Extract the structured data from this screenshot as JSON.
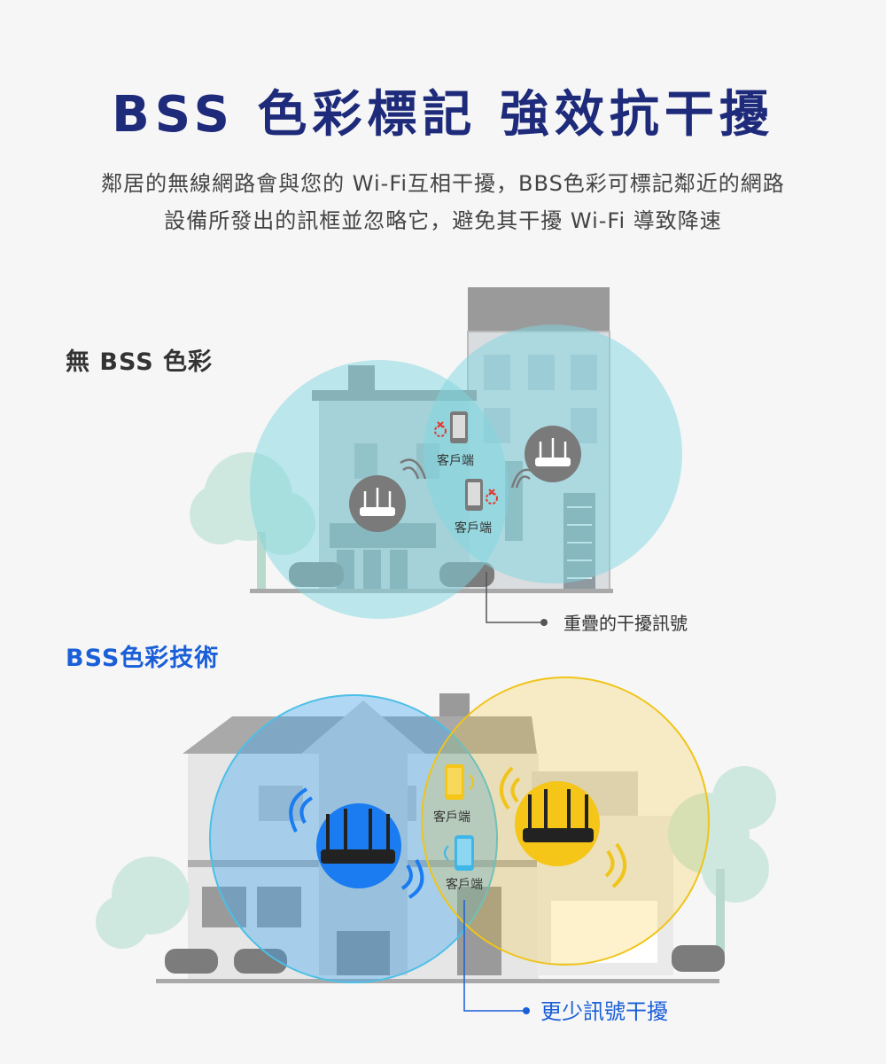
{
  "title": "BSS 色彩標記 強效抗干擾",
  "subtitle": {
    "line1": "鄰居的無線網路會與您的 Wi-Fi互相干擾，BBS色彩可標記鄰近的網路",
    "line2": "設備所發出的訊框並忽略它，避免其干擾 Wi-Fi 導致降速"
  },
  "section_without": {
    "label": "無 BSS 色彩",
    "client_top": "客戶端",
    "client_bottom": "客戶端",
    "callout": "重疊的干擾訊號"
  },
  "section_with": {
    "label": "BSS色彩技術",
    "client_top": "客戶端",
    "client_bottom": "客戶端",
    "callout": "更少訊號干擾"
  },
  "colors": {
    "title": "#1e2a7a",
    "accent_blue": "#1a5fd8",
    "bubble_cyan": "#7fd6e0",
    "bubble_blue": "#3fa9f5",
    "bubble_yellow": "#f5c518",
    "router_gray": "#7a7a7a",
    "error_red": "#e03a2f"
  },
  "icons": [
    "router-icon",
    "phone-icon",
    "wifi-waves-icon",
    "signal-error-icon",
    "tree-icon",
    "car-icon",
    "building-icon",
    "house-icon"
  ]
}
